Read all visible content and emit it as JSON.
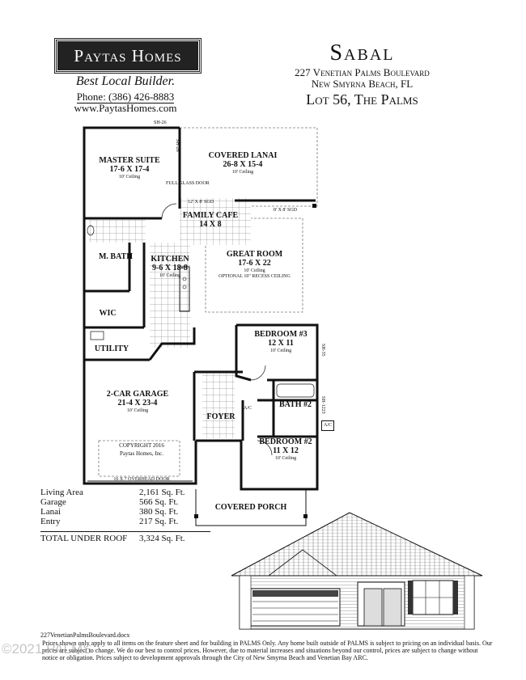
{
  "header": {
    "logo_text": "Paytas Homes",
    "tagline": "Best Local Builder.",
    "phone": "Phone: (386) 426-8883",
    "website": "www.PaytasHomes.com",
    "model_name": "Sabal",
    "address_line1": "227 Venetian Palms Boulevard",
    "address_line2": "New Smyrna Beach, FL",
    "lot": "Lot 56, The Palms"
  },
  "rooms": {
    "master_suite": {
      "name": "MASTER SUITE",
      "dims": "17-6 X 17-4",
      "ceiling": "10' Ceiling"
    },
    "covered_lanai": {
      "name": "COVERED LANAI",
      "dims": "26-8 X 15-4",
      "ceiling": "10' Ceiling"
    },
    "family_cafe": {
      "name": "FAMILY CAFE",
      "dims": "14 X 8"
    },
    "great_room": {
      "name": "GREAT ROOM",
      "dims": "17-6 X 22",
      "ceiling": "10' Ceiling",
      "option": "OPTIONAL 10\" RECESS CEILING"
    },
    "kitchen": {
      "name": "KITCHEN",
      "dims": "9-6 X 18-8",
      "ceiling": "10' Ceiling"
    },
    "m_bath": {
      "name": "M. BATH"
    },
    "wic": {
      "name": "WIC"
    },
    "utility": {
      "name": "UTILITY"
    },
    "bedroom3": {
      "name": "BEDROOM #3",
      "dims": "12 X 11",
      "ceiling": "10' Ceiling"
    },
    "bath2": {
      "name": "BATH #2"
    },
    "bedroom2": {
      "name": "BEDROOM #2",
      "dims": "11 X 12",
      "ceiling": "10' Ceiling"
    },
    "garage": {
      "name": "2-CAR GARAGE",
      "dims": "21-4 X 23-4",
      "ceiling": "10' Ceiling"
    },
    "foyer": {
      "name": "FOYER"
    },
    "covered_porch": {
      "name": "COVERED PORCH"
    }
  },
  "plan_notes": {
    "full_glass_door": "FULL GLASS DOOR",
    "sgd_12": "12' X 8' SGD",
    "sgd_8": "8' X 8' SGD",
    "sh26_top": "SH-26",
    "sh26_side": "SH-26",
    "sh35": "SH-35",
    "sh1223": "SH-1223",
    "ac1": "A/C",
    "ac2": "A/C",
    "copyright_line1": "COPYRIGHT 2016",
    "copyright_line2": "Paytas Homes, Inc.",
    "overhead_door": "16 X 7 OVERHEAD DOOR"
  },
  "square_footage": [
    {
      "label": "Living Area",
      "value": "2,161 Sq. Ft."
    },
    {
      "label": "Garage",
      "value": "566 Sq. Ft."
    },
    {
      "label": "Lanai",
      "value": "380 Sq. Ft."
    },
    {
      "label": "Entry",
      "value": "217 Sq. Ft."
    }
  ],
  "total": {
    "label": "TOTAL UNDER ROOF",
    "value": "3,324 Sq. Ft."
  },
  "footer": {
    "filename": "227VenetianPalmsBoulevard.docx",
    "disclaimer": "Prices shown only apply to all items on the feature sheet and for building in PALMS Only. Any home built outside of PALMS is subject to pricing on an individual basis. Our prices are subject to change. We do our best to control prices. However, due to material increases and situations beyond our control, prices are subject to change without notice or obligation. Prices subject to development approvals through the City of New Smyrna Beach and Venetian Bay ARC.",
    "watermark": "©2021 PALMS"
  }
}
